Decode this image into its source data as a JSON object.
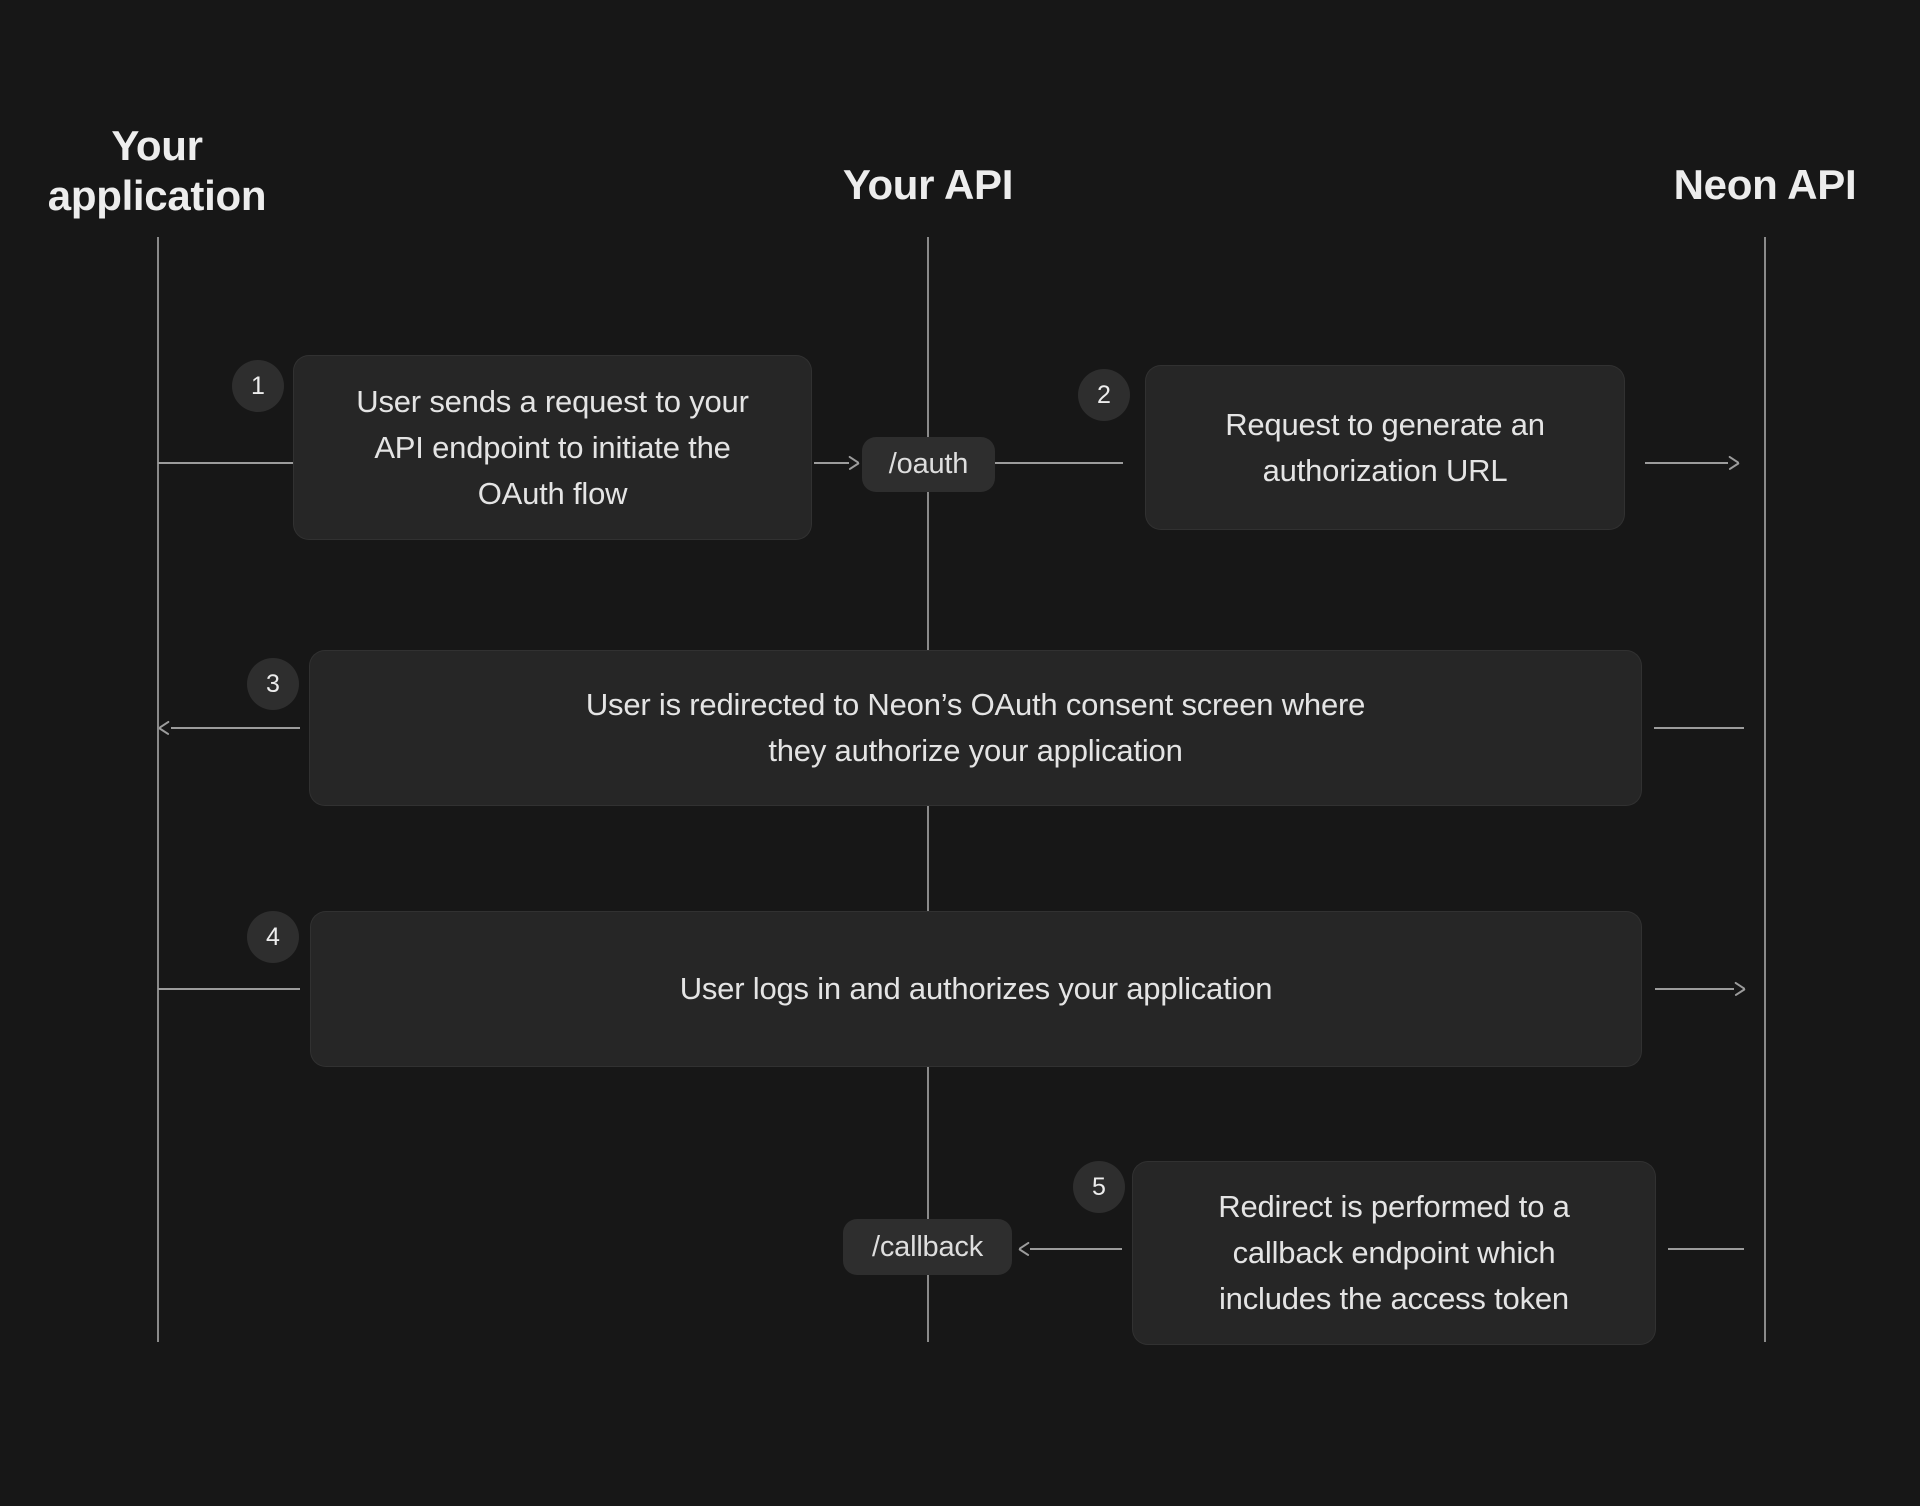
{
  "lanes": [
    {
      "label": "Your\napplication"
    },
    {
      "label": "Your API"
    },
    {
      "label": "Neon API"
    }
  ],
  "endpoints": {
    "oauth": "/oauth",
    "callback": "/callback"
  },
  "steps": [
    {
      "number": "1",
      "text": "User sends a request to your\nAPI endpoint to initiate the\nOAuth flow"
    },
    {
      "number": "2",
      "text": "Request to generate an\nauthorization URL"
    },
    {
      "number": "3",
      "text": "User is redirected to Neon’s OAuth consent screen where\nthey authorize your application"
    },
    {
      "number": "4",
      "text": "User logs in and authorizes your application"
    },
    {
      "number": "5",
      "text": "Redirect is performed to a\ncallback endpoint which\nincludes the access token"
    }
  ]
}
